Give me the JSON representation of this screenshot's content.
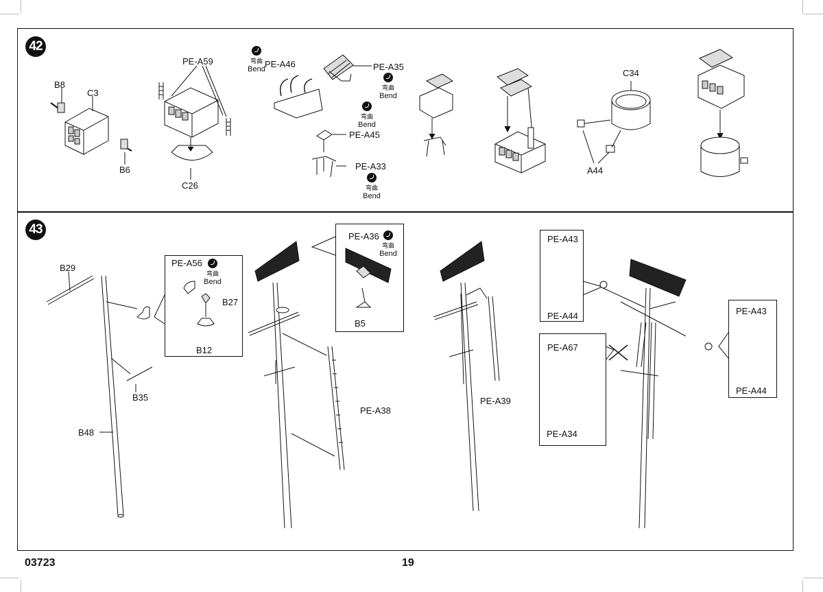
{
  "footer": {
    "code": "03723",
    "page_number": "19"
  },
  "steps": {
    "s42": "42",
    "s43": "43"
  },
  "step42": {
    "b8": "B8",
    "c3": "C3",
    "b6": "B6",
    "pe_a59": "PE-A59",
    "c26": "C26",
    "pe_a46": "PE-A46",
    "pe_a35": "PE-A35",
    "pe_a45": "PE-A45",
    "pe_a33": "PE-A33",
    "c34": "C34",
    "a44": "A44"
  },
  "step43": {
    "b29": "B29",
    "b35": "B35",
    "b48": "B48",
    "pe_a56": "PE-A56",
    "b27": "B27",
    "b12": "B12",
    "pe_a36": "PE-A36",
    "b5": "B5",
    "pe_a38": "PE-A38",
    "pe_a39": "PE-A39",
    "pe_a43_top": "PE-A43",
    "pe_a44_top": "PE-A44",
    "pe_a67": "PE-A67",
    "pe_a34": "PE-A34",
    "pe_a43_right": "PE-A43",
    "pe_a44_right": "PE-A44"
  },
  "bend": {
    "cn": "弯曲",
    "en": "Bend"
  }
}
